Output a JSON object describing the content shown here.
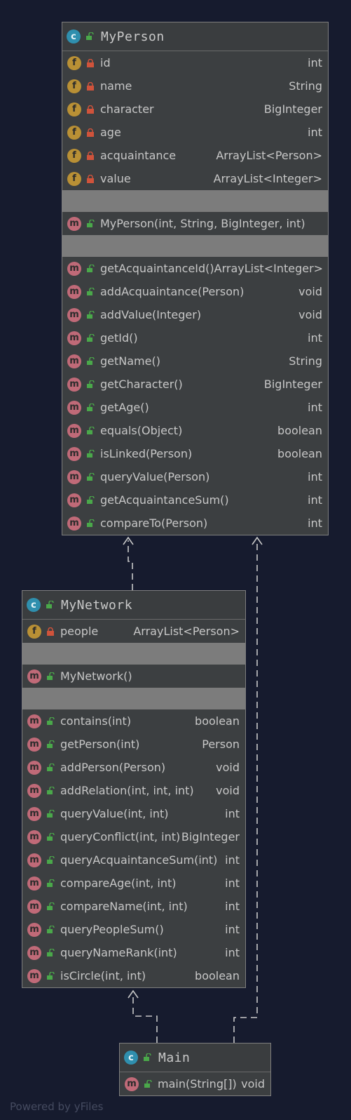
{
  "classes": {
    "myperson": {
      "name": "MyPerson",
      "fields": [
        {
          "name": "id",
          "type": "int"
        },
        {
          "name": "name",
          "type": "String"
        },
        {
          "name": "character",
          "type": "BigInteger"
        },
        {
          "name": "age",
          "type": "int"
        },
        {
          "name": "acquaintance",
          "type": "ArrayList<Person>"
        },
        {
          "name": "value",
          "type": "ArrayList<Integer>"
        }
      ],
      "constructors": [
        {
          "name": "MyPerson(int, String, BigInteger, int)",
          "type": ""
        }
      ],
      "methods": [
        {
          "name": "getAcquaintanceId()",
          "type": "ArrayList<Integer>"
        },
        {
          "name": "addAcquaintance(Person)",
          "type": "void"
        },
        {
          "name": "addValue(Integer)",
          "type": "void"
        },
        {
          "name": "getId()",
          "type": "int"
        },
        {
          "name": "getName()",
          "type": "String"
        },
        {
          "name": "getCharacter()",
          "type": "BigInteger"
        },
        {
          "name": "getAge()",
          "type": "int"
        },
        {
          "name": "equals(Object)",
          "type": "boolean"
        },
        {
          "name": "isLinked(Person)",
          "type": "boolean"
        },
        {
          "name": "queryValue(Person)",
          "type": "int"
        },
        {
          "name": "getAcquaintanceSum()",
          "type": "int"
        },
        {
          "name": "compareTo(Person)",
          "type": "int"
        }
      ]
    },
    "mynetwork": {
      "name": "MyNetwork",
      "fields": [
        {
          "name": "people",
          "type": "ArrayList<Person>"
        }
      ],
      "constructors": [
        {
          "name": "MyNetwork()",
          "type": ""
        }
      ],
      "methods": [
        {
          "name": "contains(int)",
          "type": "boolean"
        },
        {
          "name": "getPerson(int)",
          "type": "Person"
        },
        {
          "name": "addPerson(Person)",
          "type": "void"
        },
        {
          "name": "addRelation(int, int, int)",
          "type": "void"
        },
        {
          "name": "queryValue(int, int)",
          "type": "int"
        },
        {
          "name": "queryConflict(int, int)",
          "type": "BigInteger"
        },
        {
          "name": "queryAcquaintanceSum(int)",
          "type": "int"
        },
        {
          "name": "compareAge(int, int)",
          "type": "int"
        },
        {
          "name": "compareName(int, int)",
          "type": "int"
        },
        {
          "name": "queryPeopleSum()",
          "type": "int"
        },
        {
          "name": "queryNameRank(int)",
          "type": "int"
        },
        {
          "name": "isCircle(int, int)",
          "type": "boolean"
        }
      ]
    },
    "main": {
      "name": "Main",
      "methods": [
        {
          "name": "main(String[])",
          "type": "void"
        }
      ]
    }
  },
  "badges": {
    "class": "c",
    "field": "f",
    "method": "m"
  },
  "footer": "Powered by yFiles",
  "colors": {
    "background": "#161b2e",
    "class_badge": "#2f8fae",
    "field_badge": "#b99035",
    "method_badge": "#c06a78",
    "private_lock": "#d0533b",
    "public_lock": "#4aa84a",
    "edge": "#c8c8c8"
  }
}
